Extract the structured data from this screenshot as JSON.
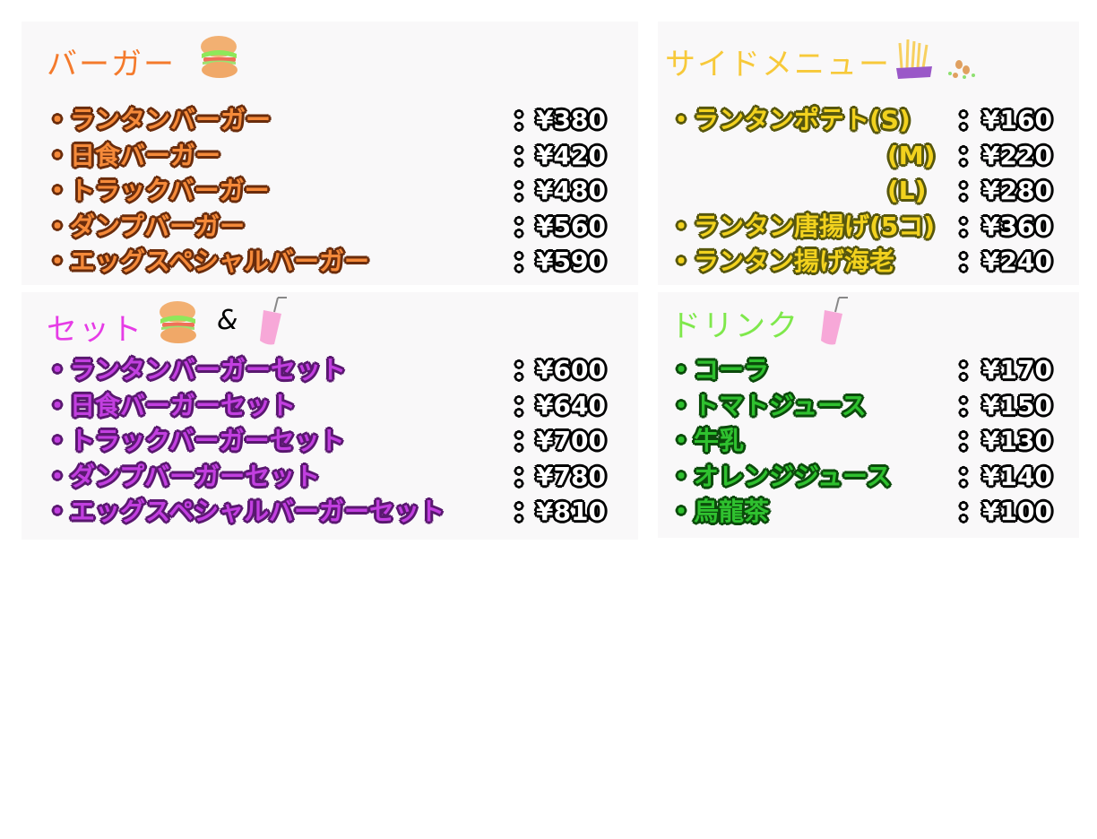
{
  "colors": {
    "burger_title": "#f47a2c",
    "burger_fill": "#f58a3a",
    "burger_outline": "#6a2c0c",
    "side_title": "#f7c93a",
    "side_fill": "#f2d21e",
    "side_outline": "#57570e",
    "set_title": "#e63ce6",
    "set_fill": "#c23fe0",
    "set_outline": "#5a1870",
    "drink_title": "#7fe84c",
    "drink_fill": "#2fc12f",
    "drink_outline": "#0b4a0b"
  },
  "sections": {
    "burger": {
      "title": "バーガー",
      "items": [
        {
          "name": "・ランタンバーガー",
          "price": "¥380"
        },
        {
          "name": "・日食バーガー",
          "price": "¥420"
        },
        {
          "name": "・トラックバーガー",
          "price": "¥480"
        },
        {
          "name": "・ダンプバーガー",
          "price": "¥560"
        },
        {
          "name": "・エッグスペシャルバーガー",
          "price": "¥590"
        }
      ]
    },
    "side": {
      "title": "サイドメニュー",
      "items": [
        {
          "name": "・ランタンポテト(S)",
          "price": "¥160"
        },
        {
          "name": "(M)",
          "price": "¥220",
          "indent": true
        },
        {
          "name": "(L)",
          "price": "¥280",
          "indent": true
        },
        {
          "name": "・ランタン唐揚げ(5コ)",
          "price": "¥360"
        },
        {
          "name": "・ランタン揚げ海老",
          "price": "¥240"
        }
      ]
    },
    "set": {
      "title": "セット",
      "amp": "&",
      "items": [
        {
          "name": "・ランタンバーガーセット",
          "price": "¥600"
        },
        {
          "name": "・日食バーガーセット",
          "price": "¥640"
        },
        {
          "name": "・トラックバーガーセット",
          "price": "¥700"
        },
        {
          "name": "・ダンプバーガーセット",
          "price": "¥780"
        },
        {
          "name": "・エッグスペシャルバーガーセット",
          "price": "¥810"
        }
      ]
    },
    "drink": {
      "title": "ドリンク",
      "items": [
        {
          "name": "・コーラ",
          "price": "¥170"
        },
        {
          "name": "・トマトジュース",
          "price": "¥150"
        },
        {
          "name": "・牛乳",
          "price": "¥130"
        },
        {
          "name": "・オレンジジュース",
          "price": "¥140"
        },
        {
          "name": "・烏龍茶",
          "price": "¥100"
        }
      ]
    }
  },
  "separator": "："
}
